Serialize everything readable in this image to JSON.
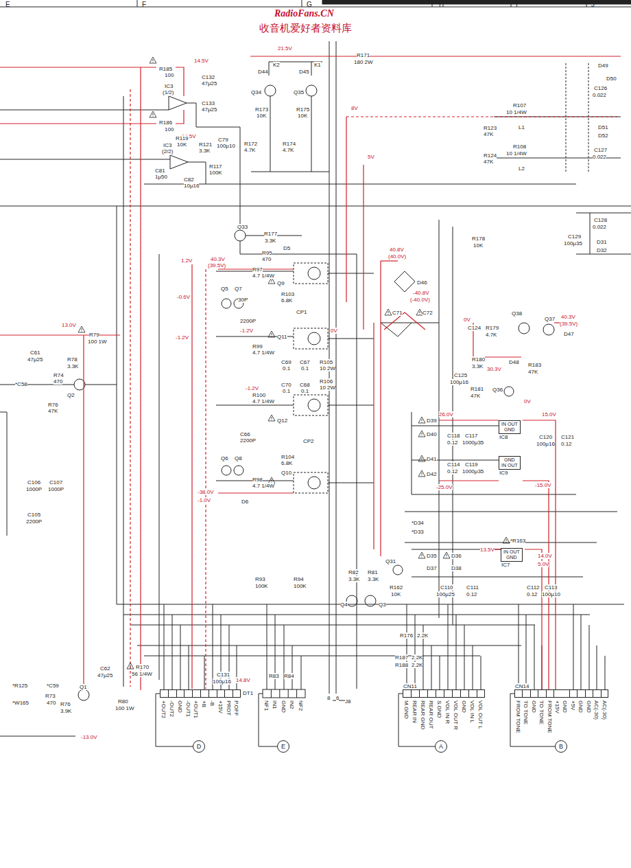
{
  "diagram": {
    "nodes": [
      {
        "text": [
          "DT1"
        ]
      },
      {
        "text": [
          "CN11"
        ]
      },
      {
        "text": [
          "CN14"
        ]
      },
      {
        "text": [
          "D"
        ]
      },
      {
        "text": [
          "E"
        ]
      },
      {
        "text": [
          "A"
        ]
      },
      {
        "text": [
          "B"
        ]
      },
      {
        "text": [
          "IC8",
          "IN OUT",
          "GND"
        ]
      },
      {
        "text": [
          "IC9",
          "GND",
          "IN OUT"
        ]
      },
      {
        "text": [
          "IC7",
          "IN OUT",
          "GND"
        ]
      }
    ],
    "edges": [
      {
        "from": 0,
        "to": 3,
        "arrow": "none"
      },
      {
        "from": 1,
        "to": 5,
        "arrow": "none"
      },
      {
        "from": 2,
        "to": 6,
        "arrow": "none"
      }
    ],
    "labels": [
      "RadioFans.CN",
      "收音机爱好者资料库",
      "E",
      "F",
      "G",
      "H",
      "I",
      "J",
      "R185",
      "100",
      "14.5V",
      "IC3",
      "(1/2)",
      "C132",
      "47μ25",
      "C133",
      "47μ25",
      "R186",
      "100",
      "-14.5V",
      "IC3",
      "(2/2)",
      "R119",
      "10K",
      "R121",
      "3.3K",
      "C79",
      "100μ10",
      "R117",
      "100K",
      "C81",
      "1μ50",
      "C82",
      "10μ16",
      "21.5V",
      "R171",
      "180 2W",
      "K2",
      "K1",
      "D44",
      "D45",
      "Q34",
      "Q35",
      "R173",
      "10K",
      "R175",
      "10K",
      "R172",
      "4.7K",
      "R174",
      "4.7K",
      "8V",
      "5V",
      "D49",
      "D50",
      "C126",
      "0.022",
      "R107",
      "10 1/4W",
      "L1",
      "R123",
      "47K",
      "R124",
      "47K",
      "R108",
      "10 1/4W",
      "L2",
      "D51",
      "D52",
      "C127",
      "0.022",
      "C128",
      "0.022",
      "D31",
      "D32",
      "C129",
      "100μ35",
      "R178",
      "10K",
      "Q33",
      "R177",
      "3.3K",
      "D5",
      "R95",
      "470",
      "1.2V",
      "40.3V",
      "(39.5V)",
      "R97",
      "4.7 1/4W",
      "Q9",
      "Q5",
      "Q7",
      "30P",
      "-0.6V",
      "R103",
      "6.8K",
      "CP1",
      "2200P",
      "-1.2V",
      "0V",
      "-1.2V",
      "Q11",
      "R99",
      "4.7 1/4W",
      "40.8V",
      "(40.0V)",
      "D46",
      "-40.8V",
      "(-40.0V)",
      "C71",
      "C72",
      "C69",
      "0.1",
      "C67",
      "0.1",
      "R105",
      "10 2W",
      "C70",
      "0.1",
      "C68",
      "0.1",
      "R106",
      "10 2W",
      "-1.2V",
      "R100",
      "4.7 1/4W",
      "Q12",
      "C66",
      "2200P",
      "CP2",
      "R104",
      "6.8K",
      "Q6",
      "Q8",
      "R98",
      "4.7 1/4W",
      "Q10",
      "-38.0V",
      "-1.0V",
      "D6",
      "13.0V",
      "R79",
      "100 1W",
      "C61",
      "47μ25",
      "R78",
      "3.3K",
      "R74",
      "470",
      "*C58",
      "Q2",
      "R76",
      "47K",
      "C106",
      "1000P",
      "C107",
      "1000P",
      "C105",
      "2200P",
      "0V",
      "C124",
      "Q38",
      "Q37",
      "R179",
      "4.7K",
      "40.3V",
      "(39.5V)",
      "D47",
      "R180",
      "3.3K",
      "C125",
      "100μ16",
      "30.3V",
      "D48",
      "R183",
      "47K",
      "R181",
      "47K",
      "Q36",
      "0V",
      "26.0V",
      "15.0V",
      "D39",
      "D40",
      "C118",
      "0.12",
      "C117",
      "1000μ35",
      "C120",
      "100μ16",
      "C121",
      "0.12",
      "D41",
      "D42",
      "C114",
      "0.12",
      "C119",
      "1000μ35",
      "-25.0V",
      "-15.0V",
      "*D34",
      "*D33",
      "D35",
      "D36",
      "D37",
      "D38",
      "*R163",
      "13.5V",
      "14.0V",
      "5.0V",
      "Q31",
      "R162",
      "10K",
      "C110",
      "100μ25",
      "C111",
      "0.12",
      "C112",
      "0.12",
      "C113",
      "100μ10",
      "R93",
      "100K",
      "R94",
      "100K",
      "R82",
      "3.3K",
      "R81",
      "3.3K",
      "Q4",
      "Q3",
      "R176",
      "2.2K",
      "R187",
      "2.2K",
      "R188",
      "2.2K",
      "*R125",
      "*C59",
      "*W165",
      "R73",
      "470",
      "R76",
      "3.9K",
      "Q1",
      "C62",
      "47μ25",
      "R170",
      "56 1/4W",
      "R80",
      "100 1W",
      "-13.0V",
      "C131",
      "100μ16",
      "14.8V",
      "R83",
      "R84",
      "J8",
      "8",
      "6",
      "+OUT2",
      "-OUT2",
      "GND",
      "-OUT1",
      "+OUT1",
      "+B",
      "-B",
      "+15V",
      "PROT",
      "P.OFF",
      "NF1",
      "IN1",
      "GND",
      "IN2",
      "NF2",
      "M.GND",
      "REAR IN",
      "REAR GND",
      "REAR OUT",
      "S.GND",
      "VOL IN R",
      "VOL OUT R",
      "GND",
      "VOL IN L",
      "VOL OUT L",
      "FROM TONE",
      "TO TONE",
      "GND",
      "TO TONE",
      "FROM TONE",
      "+15V",
      "GND",
      "+5V",
      "GND",
      "GND",
      "AC(-30)",
      "AC(-30)"
    ]
  }
}
